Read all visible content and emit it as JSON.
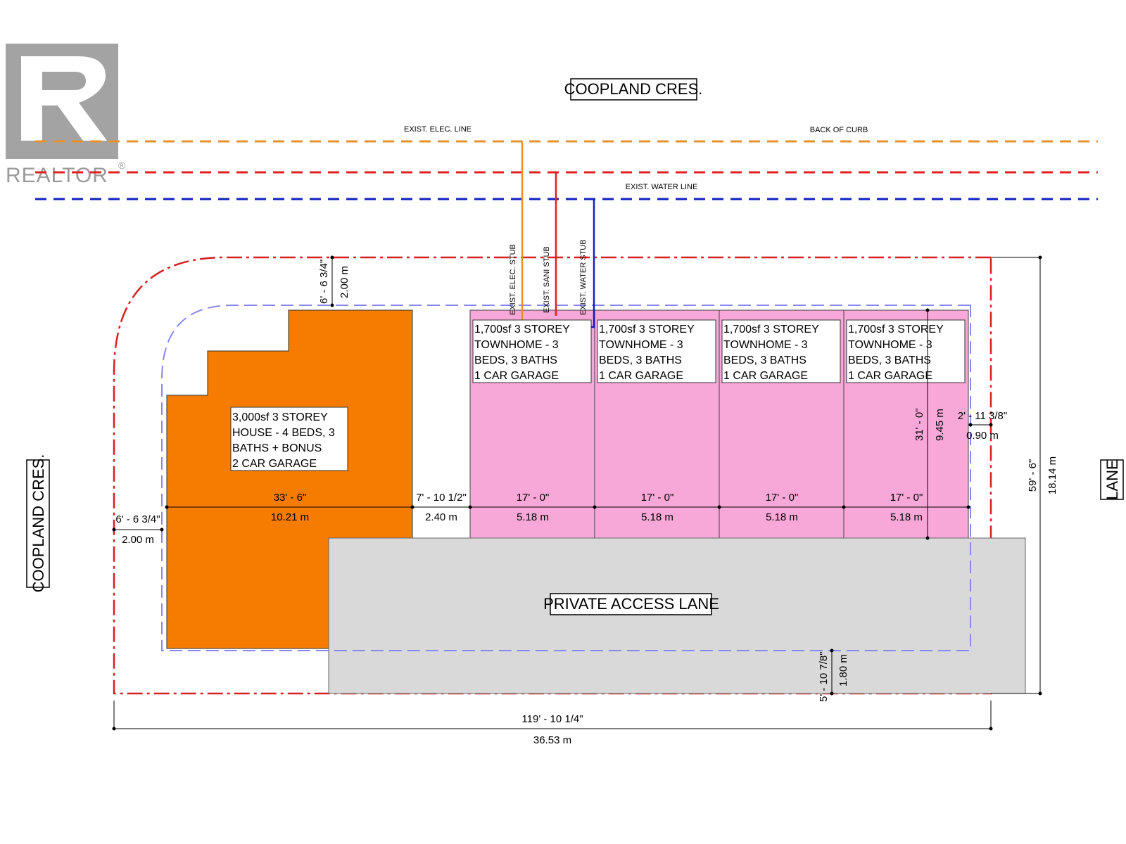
{
  "logo": {
    "brand": "REALTOR",
    "mark": "®"
  },
  "streets": {
    "top": "COOPLAND CRES.",
    "left": "COOPLAND CRES.",
    "right": "LANE"
  },
  "utilities": {
    "elec_line": "EXIST. ELEC. LINE",
    "back_of_curb": "BACK OF CURB",
    "water_line": "EXIST. WATER LINE",
    "elec_stub": "EXIST. ELEC. STUB",
    "sani_stub": "EXIST. SANI STUB",
    "water_stub": "EXIST. WATER STUB"
  },
  "colors": {
    "house": "#f57c00",
    "townhome": "#f7a8d8",
    "lane": "#d9d9d9",
    "elec": "#e8902c",
    "sani": "#e02020",
    "water": "#1020c0",
    "setback": "#8888ee",
    "property": "#d62020"
  },
  "house": {
    "lines": [
      "3,000sf 3 STOREY",
      "HOUSE - 4 BEDS, 3",
      "BATHS + BONUS",
      "2 CAR GARAGE"
    ]
  },
  "townhomes": [
    {
      "lines": [
        "1,700sf 3 STOREY",
        "TOWNHOME - 3",
        "BEDS, 3 BATHS",
        "1 CAR GARAGE"
      ]
    },
    {
      "lines": [
        "1,700sf 3 STOREY",
        "TOWNHOME - 3",
        "BEDS, 3 BATHS",
        "1 CAR GARAGE"
      ]
    },
    {
      "lines": [
        "1,700sf 3 STOREY",
        "TOWNHOME - 3",
        "BEDS, 3 BATHS",
        "1 CAR GARAGE"
      ]
    },
    {
      "lines": [
        "1,700sf 3 STOREY",
        "TOWNHOME - 3",
        "BEDS, 3 BATHS",
        "1 CAR GARAGE"
      ]
    }
  ],
  "private_lane": "PRIVATE ACCESS LANE",
  "dimensions": {
    "top_setback": {
      "imperial": "6' - 6 3/4\"",
      "metric": "2.00 m"
    },
    "left_setback": {
      "imperial": "6' - 6 3/4\"",
      "metric": "2.00 m"
    },
    "house_width": {
      "imperial": "33' - 6\"",
      "metric": "10.21 m"
    },
    "gap": {
      "imperial": "7' - 10 1/2\"",
      "metric": "2.40 m"
    },
    "unit_width": {
      "imperial": "17' - 0\"",
      "metric": "5.18 m"
    },
    "unit_depth": {
      "imperial": "31' - 0\"",
      "metric": "9.45 m"
    },
    "side_setback": {
      "imperial": "2' - 11 3/8\"",
      "metric": "0.90 m"
    },
    "lot_depth": {
      "imperial": "59' - 6\"",
      "metric": "18.14 m"
    },
    "rear_setback": {
      "imperial": "5' - 10 7/8\"",
      "metric": "1.80 m"
    },
    "lot_width": {
      "imperial": "119' - 10 1/4\"",
      "metric": "36.53 m"
    }
  }
}
